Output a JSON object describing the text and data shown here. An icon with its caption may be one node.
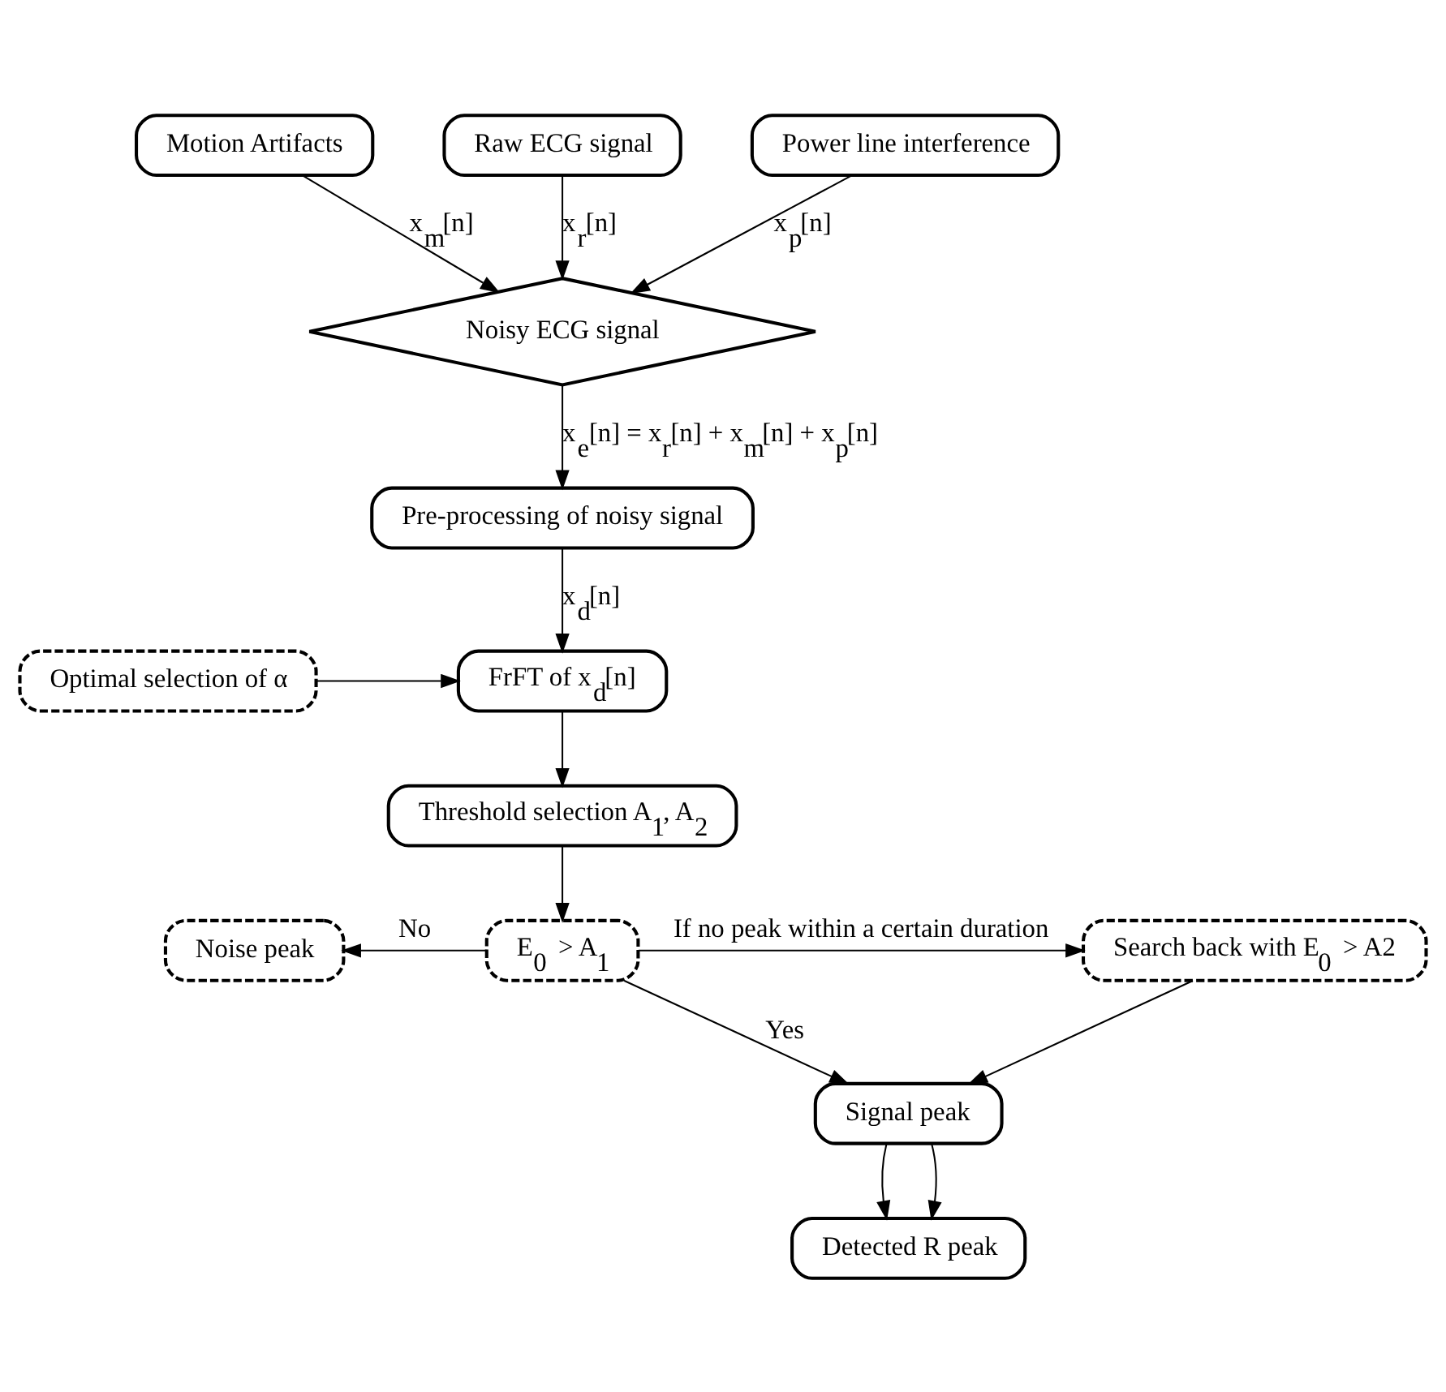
{
  "diagram": {
    "nodes": [
      {
        "text": [
          "Motion Artifacts"
        ]
      },
      {
        "text": [
          "Raw ECG signal"
        ]
      },
      {
        "text": [
          "Power line interference"
        ]
      },
      {
        "text": [
          "Noisy ECG signal"
        ]
      },
      {
        "text": [
          "Pre-processing of noisy signal"
        ]
      },
      {
        "text": [
          "FrFT of x$_{d}$[n]"
        ]
      },
      {
        "text": [
          "Optimal selection of α"
        ]
      },
      {
        "text": [
          "Threshold selection A$_{1}$, A$_{2}$"
        ]
      },
      {
        "text": [
          "E$_{0}$ > A$_{1}$"
        ]
      },
      {
        "text": [
          "Noise peak"
        ]
      },
      {
        "text": [
          "Search back with E$_{0}$ > A2"
        ]
      },
      {
        "text": [
          "Signal peak"
        ]
      },
      {
        "text": [
          "Detected R peak"
        ]
      }
    ],
    "edges": [
      {
        "from": 0,
        "to": 3,
        "arrow": "to",
        "label": "x$_{m}$[n]"
      },
      {
        "from": 1,
        "to": 3,
        "arrow": "to",
        "label": "x$_{r}$[n]"
      },
      {
        "from": 2,
        "to": 3,
        "arrow": "to",
        "label": "x$_{p}$[n]"
      },
      {
        "from": 3,
        "to": 4,
        "arrow": "to",
        "label": "x$_{e}$[n] = x$_{r}$[n] + x$_{m}$[n] + x$_{p}$[n]"
      },
      {
        "from": 4,
        "to": 5,
        "arrow": "to",
        "label": "x$_{d}$[n]"
      },
      {
        "from": 6,
        "to": 5,
        "arrow": "to"
      },
      {
        "from": 5,
        "to": 7,
        "arrow": "to"
      },
      {
        "from": 7,
        "to": 8,
        "arrow": "to"
      },
      {
        "from": 8,
        "to": 9,
        "arrow": "to",
        "label": "No"
      },
      {
        "from": 8,
        "to": 10,
        "arrow": "to",
        "label": "If no peak within a certain duration"
      },
      {
        "from": 8,
        "to": 11,
        "arrow": "to",
        "label": "Yes"
      },
      {
        "from": 10,
        "to": 11,
        "arrow": "to"
      },
      {
        "from": 11,
        "to": 12,
        "arrow": "to"
      },
      {
        "from": 11,
        "to": 12,
        "arrow": "to"
      }
    ]
  }
}
